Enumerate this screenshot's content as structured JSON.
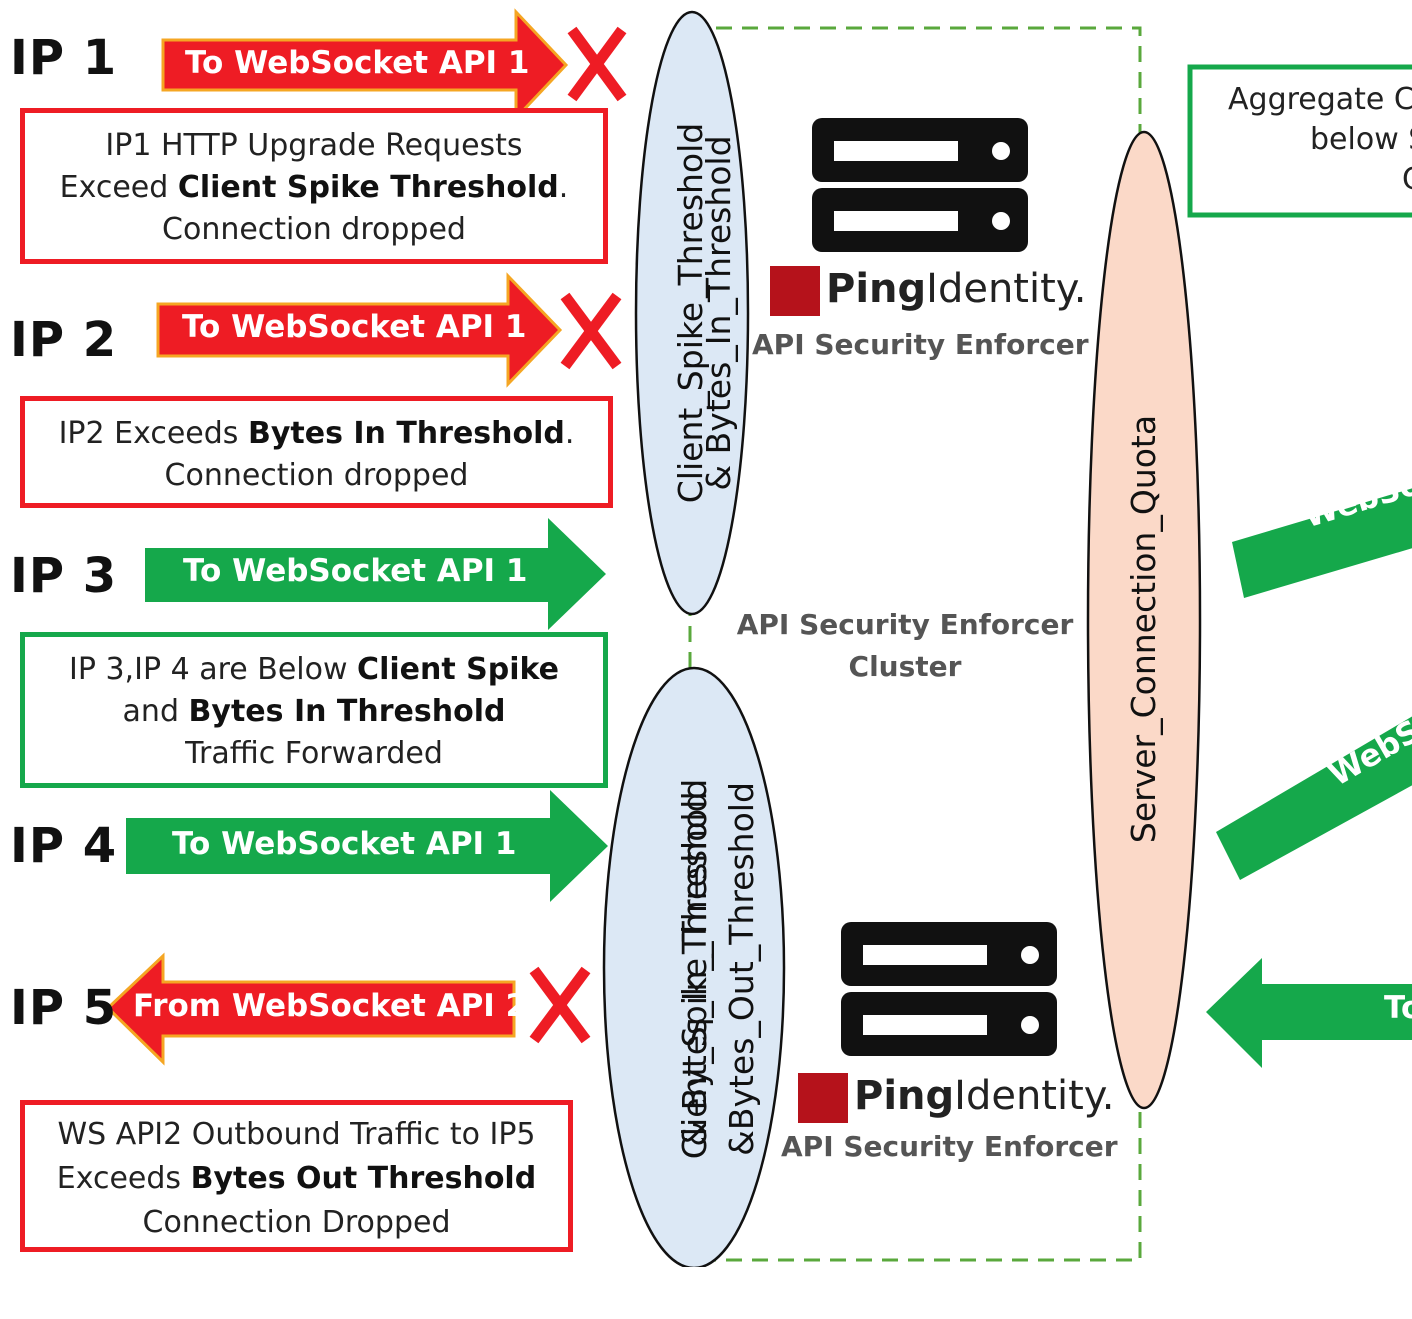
{
  "clients": [
    {
      "label": "IP 1",
      "arrow": "To WebSocket API 1",
      "status": "blocked"
    },
    {
      "label": "IP 2",
      "arrow": "To WebSocket API 1",
      "status": "blocked"
    },
    {
      "label": "IP 3",
      "arrow": "To WebSocket API 1",
      "status": "forwarded"
    },
    {
      "label": "IP 4",
      "arrow": "To WebSocket API 1",
      "status": "forwarded"
    },
    {
      "label": "IP 5",
      "arrow": "From WebSocket API 2",
      "status": "blocked"
    }
  ],
  "notes": {
    "ip1": {
      "line1": "IP1 HTTP Upgrade Requests",
      "pre2": "Exceed ",
      "bold2": "Client Spike Threshold",
      "post2": ".",
      "line3": "Connection dropped"
    },
    "ip2": {
      "pre1": "IP2 Exceeds ",
      "bold1": "Bytes In Threshold",
      "post1": ".",
      "line2": "Connection dropped"
    },
    "ip34": {
      "pre1": "IP 3,IP 4 are Below ",
      "bold1": "Client Spike",
      "pre2": "and ",
      "bold2": "Bytes In Threshold",
      "line3": "Traffic Forwarded"
    },
    "ip5": {
      "line1": "WS API2 Outbound Traffic to IP5",
      "pre2": "Exceeds ",
      "bold2": "Bytes Out Threshold",
      "line3": "Connection Dropped"
    }
  },
  "ellipses": {
    "top": {
      "line1": "Client_Spike_Threshold",
      "line2": "& Bytes_In_Threshold"
    },
    "bottom": {
      "line1": "Client_Spike_Threshold",
      "line2": "& Bytes_In_Threshold",
      "line3": "&Bytes_Out_Threshold"
    },
    "server": {
      "line1": "Server_Connection_Quota"
    }
  },
  "enforcers": [
    {
      "brand_bold": "Ping",
      "brand_light": "Identity",
      "brand_mark": ".",
      "subtitle": "API Security Enforcer"
    },
    {
      "brand_bold": "Ping",
      "brand_light": "Identity",
      "brand_mark": ".",
      "subtitle": "API Security Enforcer"
    }
  ],
  "cluster": {
    "line1": "API Security Enforcer",
    "line2": "Cluster"
  },
  "right_side": {
    "note": {
      "line1": "Aggregate C",
      "line2": "below S",
      "line3": "C"
    },
    "arrows": [
      "WebSo",
      "WebS",
      "To"
    ]
  },
  "colors": {
    "blocked": "#ee1c24",
    "forwarded": "#15a84b",
    "ellipse_client": "#dce8f5",
    "ellipse_server": "#fbd9c8",
    "cluster_border": "#5aa83c",
    "brand_red": "#b5121b"
  }
}
